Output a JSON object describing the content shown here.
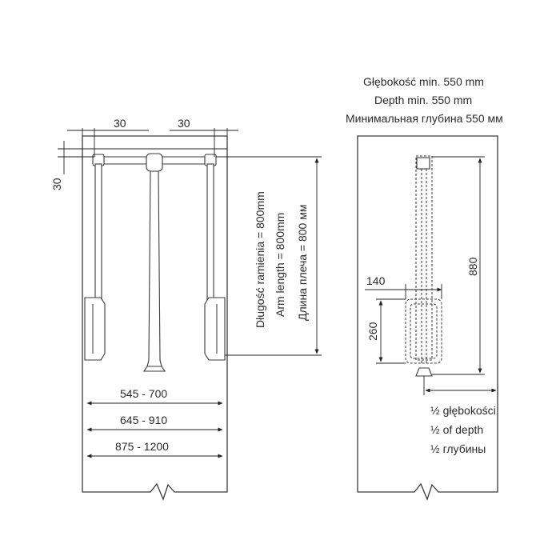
{
  "colors": {
    "line": "#3a3a3a",
    "text": "#2b2b2b",
    "background": "#ffffff"
  },
  "front_view": {
    "dim_left_gap": "30",
    "dim_right_gap": "30",
    "dim_top_gap": "30",
    "arm_length": {
      "pl": "Długość ramienia = 800mm",
      "en": "Arm length = 800mm",
      "ru": "Длина плеча = 800 мм"
    },
    "width_ranges": [
      "545 - 700",
      "645 - 910",
      "875 - 1200"
    ]
  },
  "side_view": {
    "min_depth": {
      "pl": "Głębokość min. 550 mm",
      "en": "Depth min. 550 mm",
      "ru": "Минимальная глубина 550 мм"
    },
    "dim_height": "880",
    "dim_width": "140",
    "dim_basket_height": "260",
    "half_depth": {
      "pl": "½ głębokości",
      "en": "½ of depth",
      "ru": "½ глубины"
    }
  }
}
